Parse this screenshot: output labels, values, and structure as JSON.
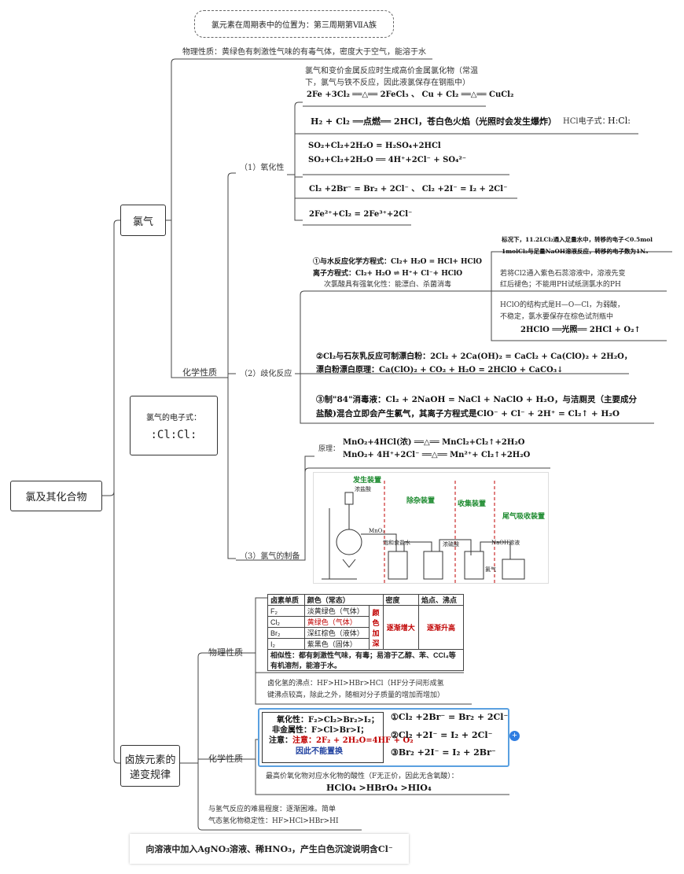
{
  "root": "氯及其化合物",
  "top_note": "氯元素在周期表中的位置为：第三周期第ⅦA族",
  "chlorine": {
    "label": "氯气",
    "physical": "物理性质：黄绿色有刺激性气味的有毒气体，密度大于空气，能溶于水",
    "chemical_label": "化学性质",
    "oxidizing_label": "（1）氧化性",
    "metal_note_1": "氯气和变价金属反应时生成高价金属氯化物（常温",
    "metal_note_2": "下，氯气与铁不反应，因此液氯保存在钢瓶中）",
    "eq_fe_cu": "2Fe +3Cl₂ ══△══ 2FeCl₃ 、 Cu + Cl₂ ══△══ CuCl₂",
    "eq_h2": "H₂ + Cl₂ ══点燃══ 2HCl，苍白色火焰（光照时会发生爆炸）",
    "hcl_label": "HCl电子式：",
    "hcl_formula": "H:Cl:",
    "eq_so2_1": "SO₂+Cl₂+2H₂O = H₂SO₄+2HCl",
    "eq_so2_2": "SO₂+Cl₂+2H₂O ══ 4H⁺+2Cl⁻ + SO₄²⁻",
    "eq_halide": "Cl₂ +2Br⁻  = Br₂ + 2Cl⁻   、 Cl₂ +2I⁻  = I₂ + 2Cl⁻",
    "eq_fe2": "2Fe²⁺+Cl₂ = 2Fe³⁺+2Cl⁻",
    "disp_label": "（2）歧化反应",
    "water_1": "①与水反应化学方程式：Cl₂+ H₂O  =  HCl+ HClO",
    "water_2": "离子方程式：Cl₂+ H₂O  ⇌  H⁺+ Cl⁻+ HClO",
    "water_3": "次氯酸具有强氧化性：能漂白、杀菌消毒",
    "std_note_1": "标况下，11.2LCl₂通入足量水中，转移的电子＜0.5mol",
    "std_note_2": "1molCl₂与足量NaOH溶液反应，转移的电子数为1Nₐ",
    "litmus_1": "若将Cl2通入紫色石蕊溶液中，溶液先变",
    "litmus_2": "红后褪色；不能用PH试纸测氯水的PH",
    "hclo_1": "HClO的结构式是H—O—Cl，为弱酸，",
    "hclo_2": "不稳定，氯水要保存在棕色试剂瓶中",
    "hclo_eq": "2HClO ══光照══ 2HCl + O₂↑",
    "bleach_1": "②Cl₂与石灰乳反应可制漂白粉：2Cl₂ + 2Ca(OH)₂ = CaCl₂ + Ca(ClO)₂ + 2H₂O，",
    "bleach_2": "漂白粉漂白原理：Ca(ClO)₂ + CO₂ + H₂O = 2HClO + CaCO₃↓",
    "eighty4_1": "③制\"84\"消毒液：Cl₂ + 2NaOH = NaCl + NaClO + H₂O，与洁厕灵（主要成分",
    "eighty4_2": "盐酸)混合立即会产生氯气，其离子方程式是ClO⁻ + Cl⁻ + 2H⁺ = Cl₂↑ + H₂O",
    "electron_label": "氯气的电子式：",
    "electron_formula": ":Cl:Cl:",
    "prep_label": "（3）氯气的制备",
    "principle_label": "原理：",
    "prep_eq_1": "MnO₂+4HCl(浓) ══△══ MnCl₂+Cl₂↑+2H₂O",
    "prep_eq_2": "MnO₂+ 4H⁺+2Cl⁻ ══△══ Mn²⁺+ Cl₂↑+2H₂O",
    "apparatus": {
      "gen": "发生装置",
      "purify": "除杂装置",
      "collect": "收集装置",
      "tail": "尾气吸收装置",
      "conc_hcl": "浓盐酸",
      "mno2": "MnO₂",
      "sat_nacl": "饱和食盐水",
      "conc_h2so4": "浓硫酸",
      "naoh": "NaOH溶液",
      "cl2": "氯气"
    }
  },
  "halogen": {
    "label_1": "卤族元素的",
    "label_2": "递变规律",
    "physical_label": "物理性质",
    "chemical_label": "化学性质",
    "table": {
      "headers": [
        "卤素单质",
        "颜色（常态）",
        "",
        "密度",
        "焰点、沸点"
      ],
      "rows": [
        [
          "F₂",
          "淡黄绿色（气体）"
        ],
        [
          "Cl₂",
          "黄绿色（气体）"
        ],
        [
          "Br₂",
          "深红棕色（液体）"
        ],
        [
          "I₂",
          "紫黑色（固体）"
        ]
      ],
      "trend_color": "颜色加深",
      "trend_density": "逐渐增大",
      "trend_bp": "逐渐升高",
      "similar": "相似性：都有刺激性气味，有毒；易溶于乙醇、苯、CCl₄等有机溶剂，能溶于水。"
    },
    "hx_bp_1": "卤化氢的沸点：HF>HI>HBr>HCl（HF分子间形成氢",
    "hx_bp_2": "键沸点较高，除此之外，随相对分子质量的增加而增加）",
    "oxid_1": "氧化性：F₂>Cl₂>Br₂>I₂；",
    "oxid_2": "非金属性：F>Cl>Br>I；",
    "oxid_3": "注意：2F₂ + 2H₂O=4HF + O₂",
    "oxid_4": "因此不能置换",
    "react_1": "①Cl₂ +2Br⁻  = Br₂ + 2Cl⁻",
    "react_2": "②Cl₂ +2I⁻  = I₂ + 2Cl⁻",
    "react_3": "③Br₂ +2I⁻ = I₂ + 2Br⁻",
    "acid_note": "最高价氧化物对应水化物的酸性（F无正价，因此无含氧酸）：",
    "acid_order": "HClO₄ >HBrO₄ >HIO₄",
    "h2_1": "与氢气反应的难易程度：逐渐困难。简单",
    "h2_2": "气态氢化物稳定性：HF>HCl>HBr>HI"
  },
  "bottom_note": "向溶液中加入AgNO₃溶液、稀HNO₃，产生白色沉淀说明含Cl⁻"
}
